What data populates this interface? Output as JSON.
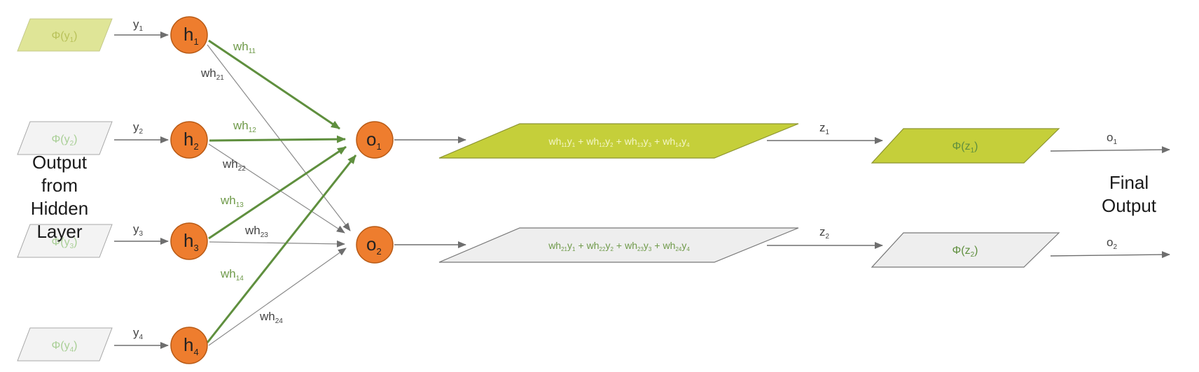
{
  "colors": {
    "background": "#ffffff",
    "node_fill": "#ee7d2e",
    "node_stroke": "#b85a15",
    "strong_edge": "#5f8f3e",
    "weak_edge": "#8a8a8a",
    "lime_fill": "#c5cf3a",
    "lime_fill_light": "#dfe597",
    "gray_fill": "#eeeeee",
    "green_text": "#6f9a4a",
    "gray_text": "#444444"
  },
  "inputs": [
    {
      "id": "phi_y1",
      "label_main": "Φ(y",
      "label_sub": "1",
      "label_tail": ")",
      "style": "lime-light"
    },
    {
      "id": "phi_y2",
      "label_main": "Φ(y",
      "label_sub": "2",
      "label_tail": ")",
      "style": "gray"
    },
    {
      "id": "phi_y3",
      "label_main": "Φ(y",
      "label_sub": "3",
      "label_tail": ")",
      "style": "gray"
    },
    {
      "id": "phi_y4",
      "label_main": "Φ(y",
      "label_sub": "4",
      "label_tail": ")",
      "style": "gray"
    }
  ],
  "input_arrows": [
    {
      "main": "y",
      "sub": "1"
    },
    {
      "main": "y",
      "sub": "2"
    },
    {
      "main": "y",
      "sub": "3"
    },
    {
      "main": "y",
      "sub": "4"
    }
  ],
  "hidden_nodes": [
    {
      "main": "h",
      "sub": "1"
    },
    {
      "main": "h",
      "sub": "2"
    },
    {
      "main": "h",
      "sub": "3"
    },
    {
      "main": "h",
      "sub": "4"
    }
  ],
  "output_nodes": [
    {
      "main": "o",
      "sub": "1"
    },
    {
      "main": "o",
      "sub": "2"
    }
  ],
  "weights": [
    {
      "from": 0,
      "to": 0,
      "main": "wh",
      "sub": "11",
      "strong": true
    },
    {
      "from": 0,
      "to": 1,
      "main": "wh",
      "sub": "21",
      "strong": false
    },
    {
      "from": 1,
      "to": 0,
      "main": "wh",
      "sub": "12",
      "strong": true
    },
    {
      "from": 1,
      "to": 1,
      "main": "wh",
      "sub": "22",
      "strong": false
    },
    {
      "from": 2,
      "to": 0,
      "main": "wh",
      "sub": "13",
      "strong": true
    },
    {
      "from": 2,
      "to": 1,
      "main": "wh",
      "sub": "23",
      "strong": false
    },
    {
      "from": 3,
      "to": 0,
      "main": "wh",
      "sub": "14",
      "strong": true
    },
    {
      "from": 3,
      "to": 1,
      "main": "wh",
      "sub": "24",
      "strong": false
    }
  ],
  "sums": [
    {
      "terms": [
        {
          "main": "wh",
          "sub": "11",
          "var": "y",
          "vsub": "1"
        },
        {
          "main": "wh",
          "sub": "12",
          "var": "y",
          "vsub": "2"
        },
        {
          "main": "wh",
          "sub": "13",
          "var": "y",
          "vsub": "3"
        },
        {
          "main": "wh",
          "sub": "14",
          "var": "y",
          "vsub": "4"
        }
      ],
      "plus": "+",
      "style": "lime"
    },
    {
      "terms": [
        {
          "main": "wh",
          "sub": "21",
          "var": "y",
          "vsub": "1"
        },
        {
          "main": "wh",
          "sub": "22",
          "var": "y",
          "vsub": "2"
        },
        {
          "main": "wh",
          "sub": "23",
          "var": "y",
          "vsub": "3"
        },
        {
          "main": "wh",
          "sub": "24",
          "var": "y",
          "vsub": "4"
        }
      ],
      "plus": "+",
      "style": "gray"
    }
  ],
  "z_arrows": [
    {
      "main": "z",
      "sub": "1"
    },
    {
      "main": "z",
      "sub": "2"
    }
  ],
  "activations": [
    {
      "label_main": "Φ(z",
      "label_sub": "1",
      "label_tail": ")",
      "style": "lime"
    },
    {
      "label_main": "Φ(z",
      "label_sub": "2",
      "label_tail": ")",
      "style": "gray"
    }
  ],
  "final_arrows": [
    {
      "main": "o",
      "sub": "1"
    },
    {
      "main": "o",
      "sub": "2"
    }
  ],
  "left_caption": [
    "Output",
    "from",
    "Hidden",
    "Layer"
  ],
  "right_caption": [
    "Final",
    "Output"
  ]
}
